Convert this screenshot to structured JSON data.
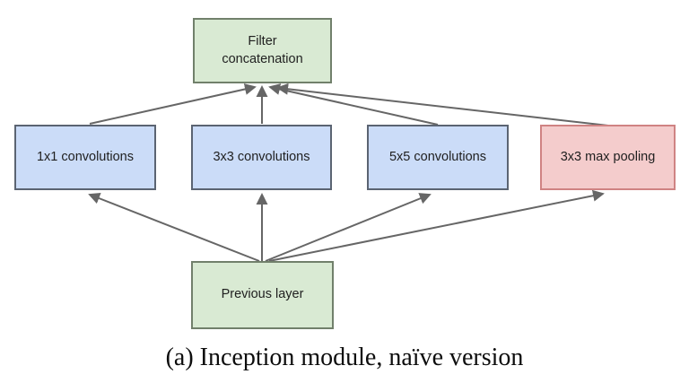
{
  "caption": "(a) Inception module, naïve version",
  "diagram": {
    "type": "flow-diagram",
    "nodes": {
      "filter_concatenation": {
        "label": "Filter concatenation",
        "fill": "#d9ead3",
        "border_color": "#71806b"
      },
      "conv_1x1": {
        "label": "1x1 convolutions",
        "fill": "#cbdcf8",
        "border_color": "#5b6472"
      },
      "conv_3x3": {
        "label": "3x3 convolutions",
        "fill": "#cbdcf8",
        "border_color": "#5b6472"
      },
      "conv_5x5": {
        "label": "5x5 convolutions",
        "fill": "#cbdcf8",
        "border_color": "#5b6472"
      },
      "max_pooling_3x3": {
        "label": "3x3 max pooling",
        "fill": "#f4cccc",
        "border_color": "#cf8383"
      },
      "previous_layer": {
        "label": "Previous layer",
        "fill": "#d9ead3",
        "border_color": "#71806b"
      }
    },
    "edges": [
      {
        "from": "previous_layer",
        "to": "conv_1x1"
      },
      {
        "from": "previous_layer",
        "to": "conv_3x3"
      },
      {
        "from": "previous_layer",
        "to": "conv_5x5"
      },
      {
        "from": "previous_layer",
        "to": "max_pooling_3x3"
      },
      {
        "from": "conv_1x1",
        "to": "filter_concatenation"
      },
      {
        "from": "conv_3x3",
        "to": "filter_concatenation"
      },
      {
        "from": "conv_5x5",
        "to": "filter_concatenation"
      },
      {
        "from": "max_pooling_3x3",
        "to": "filter_concatenation"
      }
    ],
    "arrow_color": "#666666"
  }
}
